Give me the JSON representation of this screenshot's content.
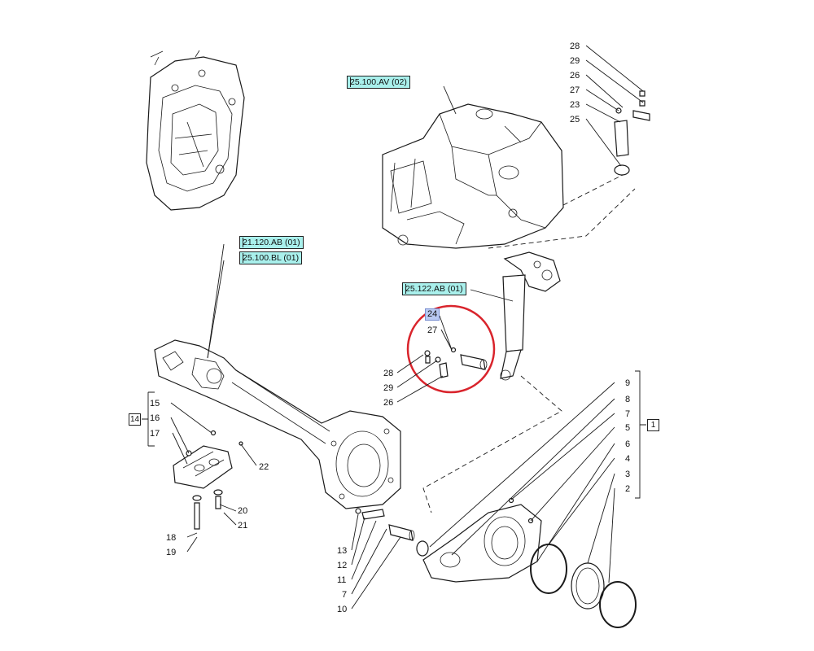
{
  "references": {
    "ref_25_100_av": "25.100.AV (02)",
    "ref_21_120_ab": "21.120.AB (01)",
    "ref_25_100_bl": "25.100.BL (01)",
    "ref_25_122_ab": "25.122.AB (01)"
  },
  "highlight": {
    "color": "#d9242c",
    "selected_callout": "24"
  },
  "groups": {
    "left_group": "14",
    "right_group": "1"
  },
  "callouts": {
    "c28_top": "28",
    "c29_top": "29",
    "c26_top": "26",
    "c27_top": "27",
    "c23": "23",
    "c25": "25",
    "c27_mid": "27",
    "c28_mid": "28",
    "c29_mid": "29",
    "c26_mid": "26",
    "c15": "15",
    "c16": "16",
    "c17": "17",
    "c22": "22",
    "c20": "20",
    "c21": "21",
    "c18": "18",
    "c19": "19",
    "c13": "13",
    "c12": "12",
    "c11": "11",
    "c7_left": "7",
    "c10": "10",
    "c9": "9",
    "c8": "8",
    "c7_right": "7",
    "c5": "5",
    "c6": "6",
    "c4": "4",
    "c3": "3",
    "c2": "2"
  },
  "colors": {
    "ref_fill": "#a9f0ec",
    "selected_fill": "#b9c9f2",
    "line": "#1a1a1a"
  }
}
